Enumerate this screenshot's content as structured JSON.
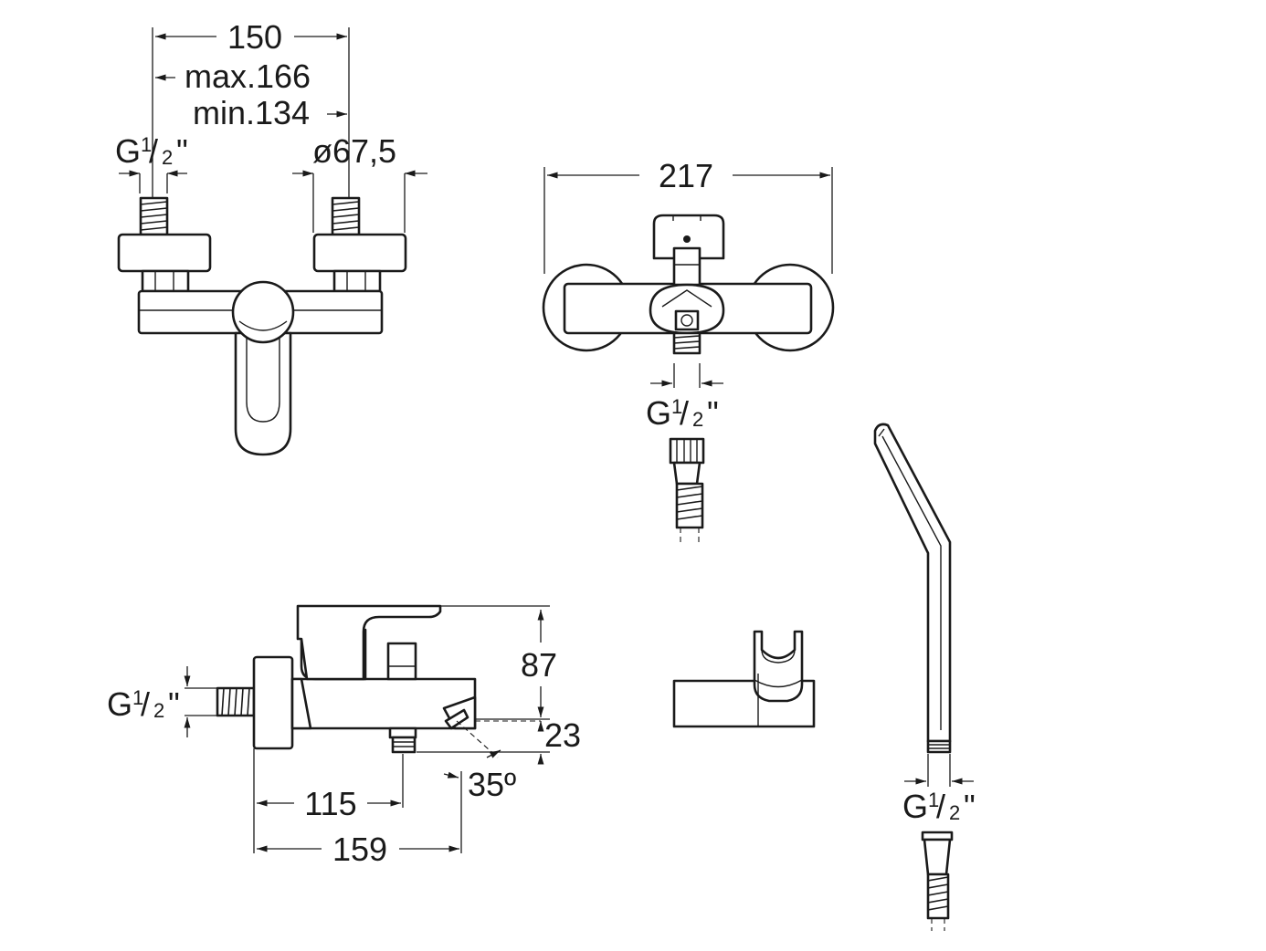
{
  "dimensions": {
    "width_150": "150",
    "max_166": "max.166",
    "min_134": "min.134",
    "diameter": "ø67,5",
    "width_217": "217",
    "height_87": "87",
    "height_23": "23",
    "angle_35": "35º",
    "length_115": "115",
    "length_159": "159"
  },
  "thread": {
    "letter": "G",
    "fraction_num": "1",
    "fraction_den": "2",
    "inch_mark": "\""
  }
}
